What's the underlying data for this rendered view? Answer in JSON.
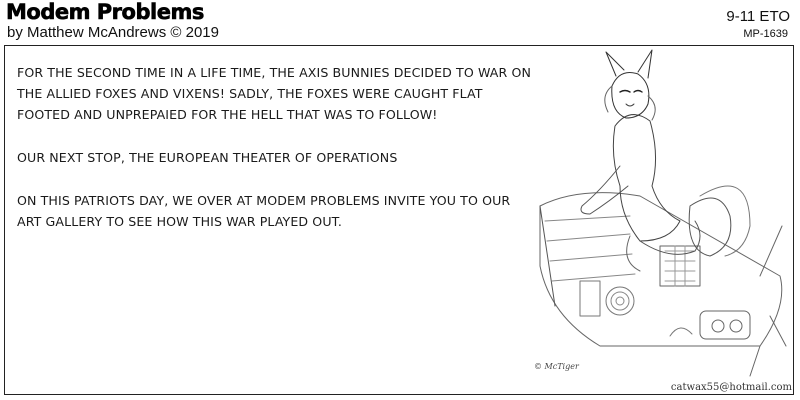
{
  "header": {
    "title": "Modem Problems",
    "byline": "by Matthew McAndrews © 2019",
    "date_code": "9-11 ETO",
    "strip_id": "MP-1639"
  },
  "panel": {
    "paragraphs": [
      "FOR THE SECOND TIME IN A LIFE TIME, THE AXIS BUNNIES DECIDED TO WAR ON THE ALLIED FOXES AND VIXENS! SADLY, THE FOXES WERE CAUGHT FLAT FOOTED AND UNPREPAIED FOR THE HELL THAT WAS TO FOLLOW!",
      "OUR NEXT STOP, THE EUROPEAN THEATER OF OPERATIONS",
      "ON THIS PATRIOTS DAY, WE OVER AT MODEM PROBLEMS INVITE YOU TO OUR ART GALLERY TO SEE HOW THIS WAR PLAYED OUT."
    ],
    "art": {
      "icon": "fox-pilot-sketch-icon",
      "signature": "© McTiger",
      "email": "catwax55@hotmail.com"
    }
  }
}
